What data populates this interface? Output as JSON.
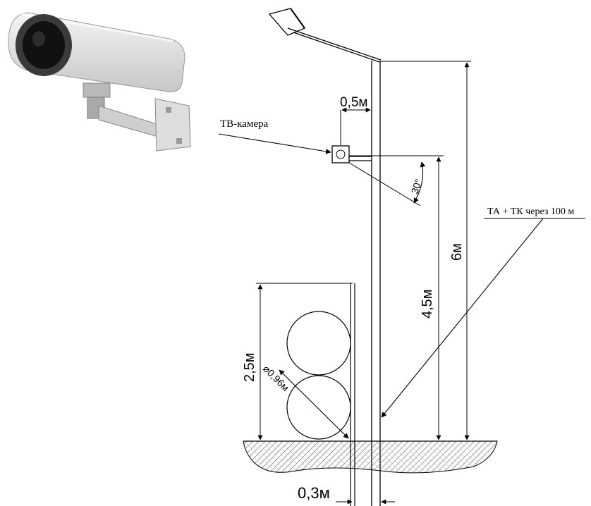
{
  "labels": {
    "camera": "ТВ-камера",
    "traffic_note": "ТА + ТК через 100 м",
    "offset_05": "0,5м",
    "height_6": "6м",
    "height_45": "4,5м",
    "angle_30": "30°",
    "height_25": "2,5м",
    "diameter": "⌀0,96м",
    "offset_03": "0,3м"
  },
  "icons": {
    "camera_photo": "cctv-camera-icon",
    "luminaire": "street-lamp-icon"
  },
  "colors": {
    "line": "#000000",
    "ground_hatch": "#555555",
    "camera_body": "#e9e9e9"
  }
}
